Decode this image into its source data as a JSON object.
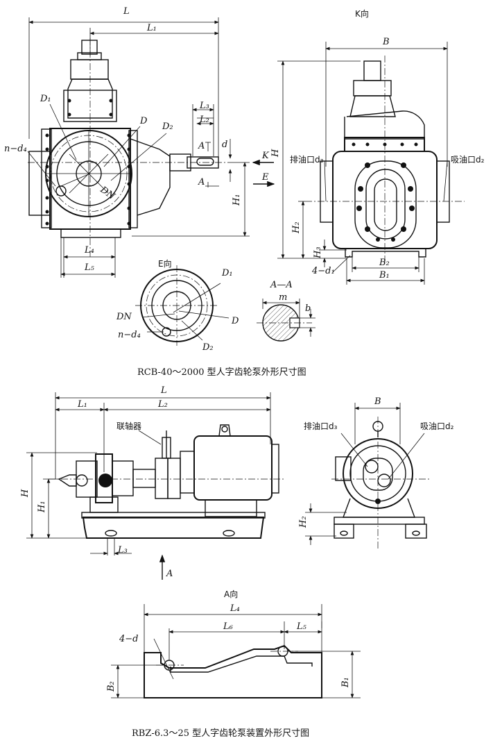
{
  "labels": {
    "L": "L",
    "L1": "L₁",
    "L2": "L₂",
    "L3": "L₃",
    "L4": "L₄",
    "L5": "L₅",
    "L6": "L₆",
    "D": "D",
    "D1": "D₁",
    "D2": "D₂",
    "DN": "DN",
    "n_d4": "n−d₄",
    "A": "A",
    "K": "K",
    "E": "E",
    "d": "d",
    "b": "b",
    "m": "m",
    "H": "H",
    "H1": "H₁",
    "H2": "H₂",
    "H3": "H₃",
    "B": "B",
    "B1": "B₁",
    "B2": "B₂",
    "four_d1": "4−d₁",
    "four_d": "4−d"
  },
  "views": {
    "k_view": "K向",
    "e_view": "E向",
    "aa_section": "A—A",
    "a_view": "A向"
  },
  "callouts": {
    "outlet": "排油口d₃",
    "inlet": "吸油口d₂",
    "coupling": "联轴器"
  },
  "captions": {
    "top": "RCB-40～2000 型人字齿轮泵外形尺寸图",
    "bottom": "RBZ-6.3～25 型人字齿轮泵装置外形尺寸图"
  }
}
